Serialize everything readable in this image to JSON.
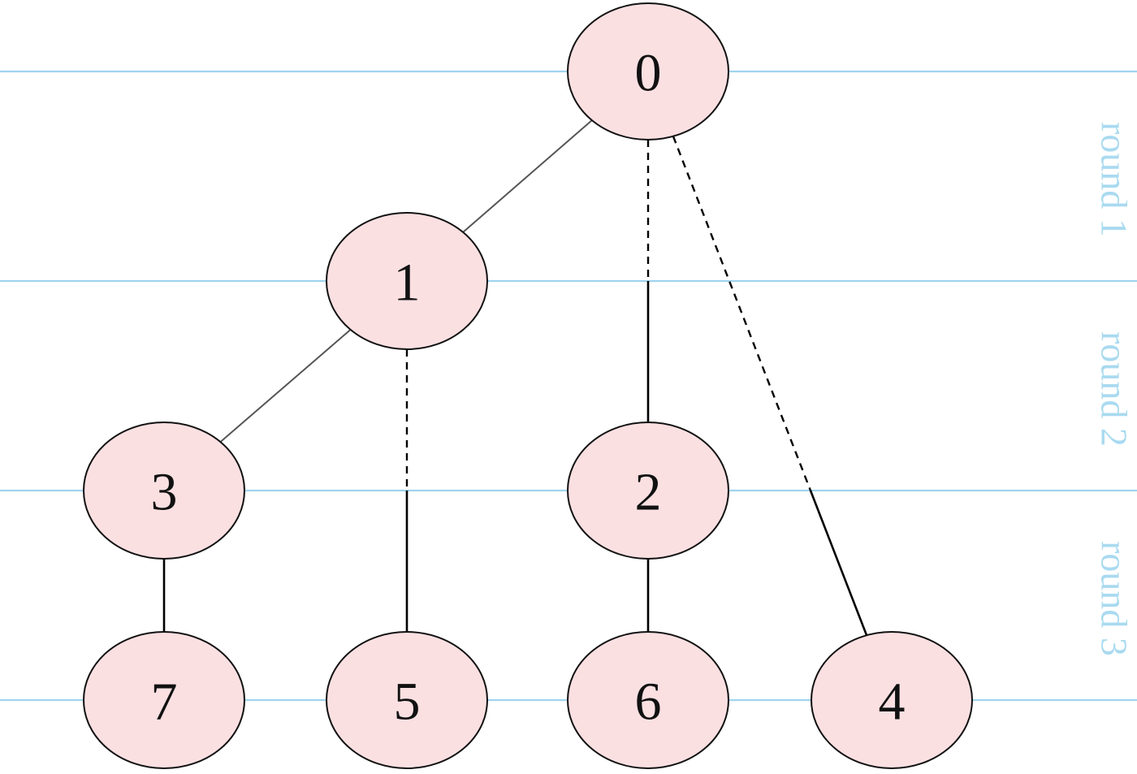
{
  "colors": {
    "level_line": "#9fd3ee",
    "round_label": "#a9daf0",
    "node_fill": "#fbe0e2",
    "node_stroke": "#111111",
    "edge": "#000000"
  },
  "nodes": [
    {
      "id": "0",
      "label": "0",
      "level": 0
    },
    {
      "id": "1",
      "label": "1",
      "level": 1
    },
    {
      "id": "2",
      "label": "2",
      "level": 2
    },
    {
      "id": "3",
      "label": "3",
      "level": 2
    },
    {
      "id": "4",
      "label": "4",
      "level": 3
    },
    {
      "id": "5",
      "label": "5",
      "level": 3
    },
    {
      "id": "6",
      "label": "6",
      "level": 3
    },
    {
      "id": "7",
      "label": "7",
      "level": 3
    }
  ],
  "edges": [
    {
      "from": "0",
      "to": "1",
      "style": "solid"
    },
    {
      "from": "1",
      "to": "3",
      "style": "solid"
    },
    {
      "from": "0",
      "to": "2",
      "style": "dashed-then-solid"
    },
    {
      "from": "0",
      "to": "4",
      "style": "dashed-then-solid"
    },
    {
      "from": "1",
      "to": "5",
      "style": "dashed-then-solid"
    },
    {
      "from": "3",
      "to": "7",
      "style": "solid"
    },
    {
      "from": "2",
      "to": "6",
      "style": "solid"
    }
  ],
  "rounds": [
    {
      "label": "round 1"
    },
    {
      "label": "round 2"
    },
    {
      "label": "round 3"
    }
  ]
}
